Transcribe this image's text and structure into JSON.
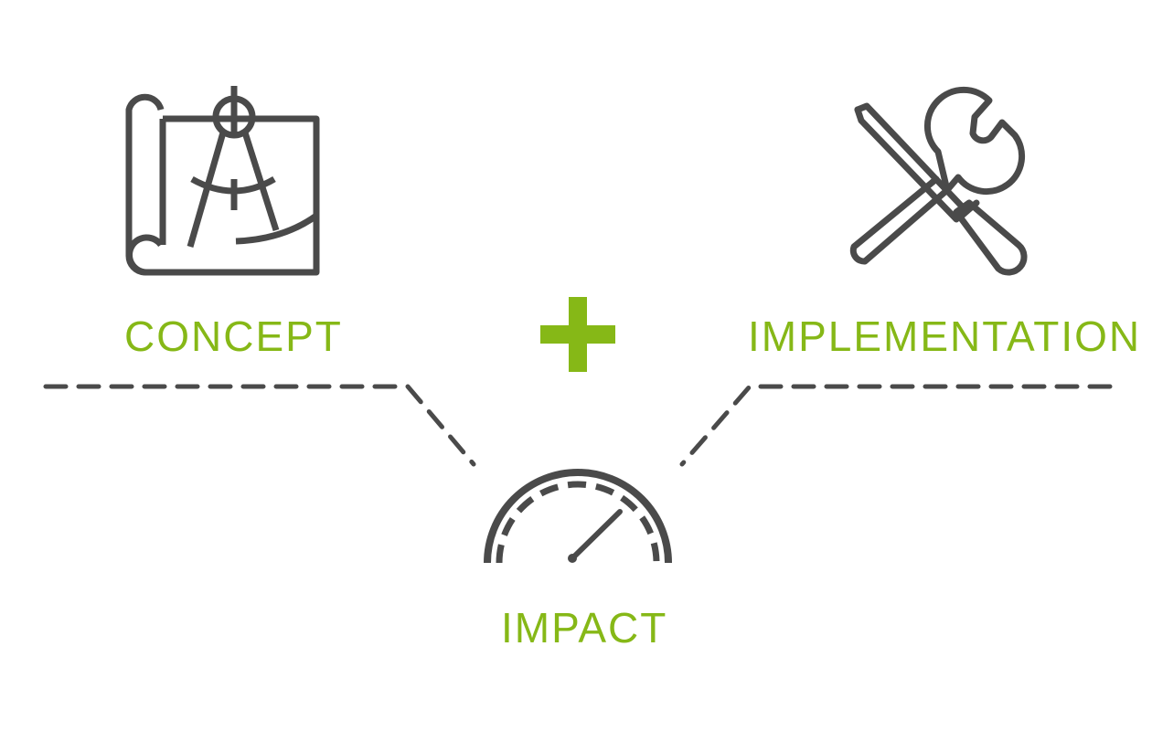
{
  "colors": {
    "accent": "#86b817",
    "icon": "#4a4a4a"
  },
  "nodes": {
    "concept": {
      "label": "CONCEPT",
      "icon": "blueprint-compass-icon"
    },
    "implementation": {
      "label": "IMPLEMENTATION",
      "icon": "wrench-screwdriver-icon"
    },
    "impact": {
      "label": "IMPACT",
      "icon": "speedometer-icon"
    }
  },
  "operator": {
    "symbol": "+",
    "icon": "plus-icon"
  }
}
